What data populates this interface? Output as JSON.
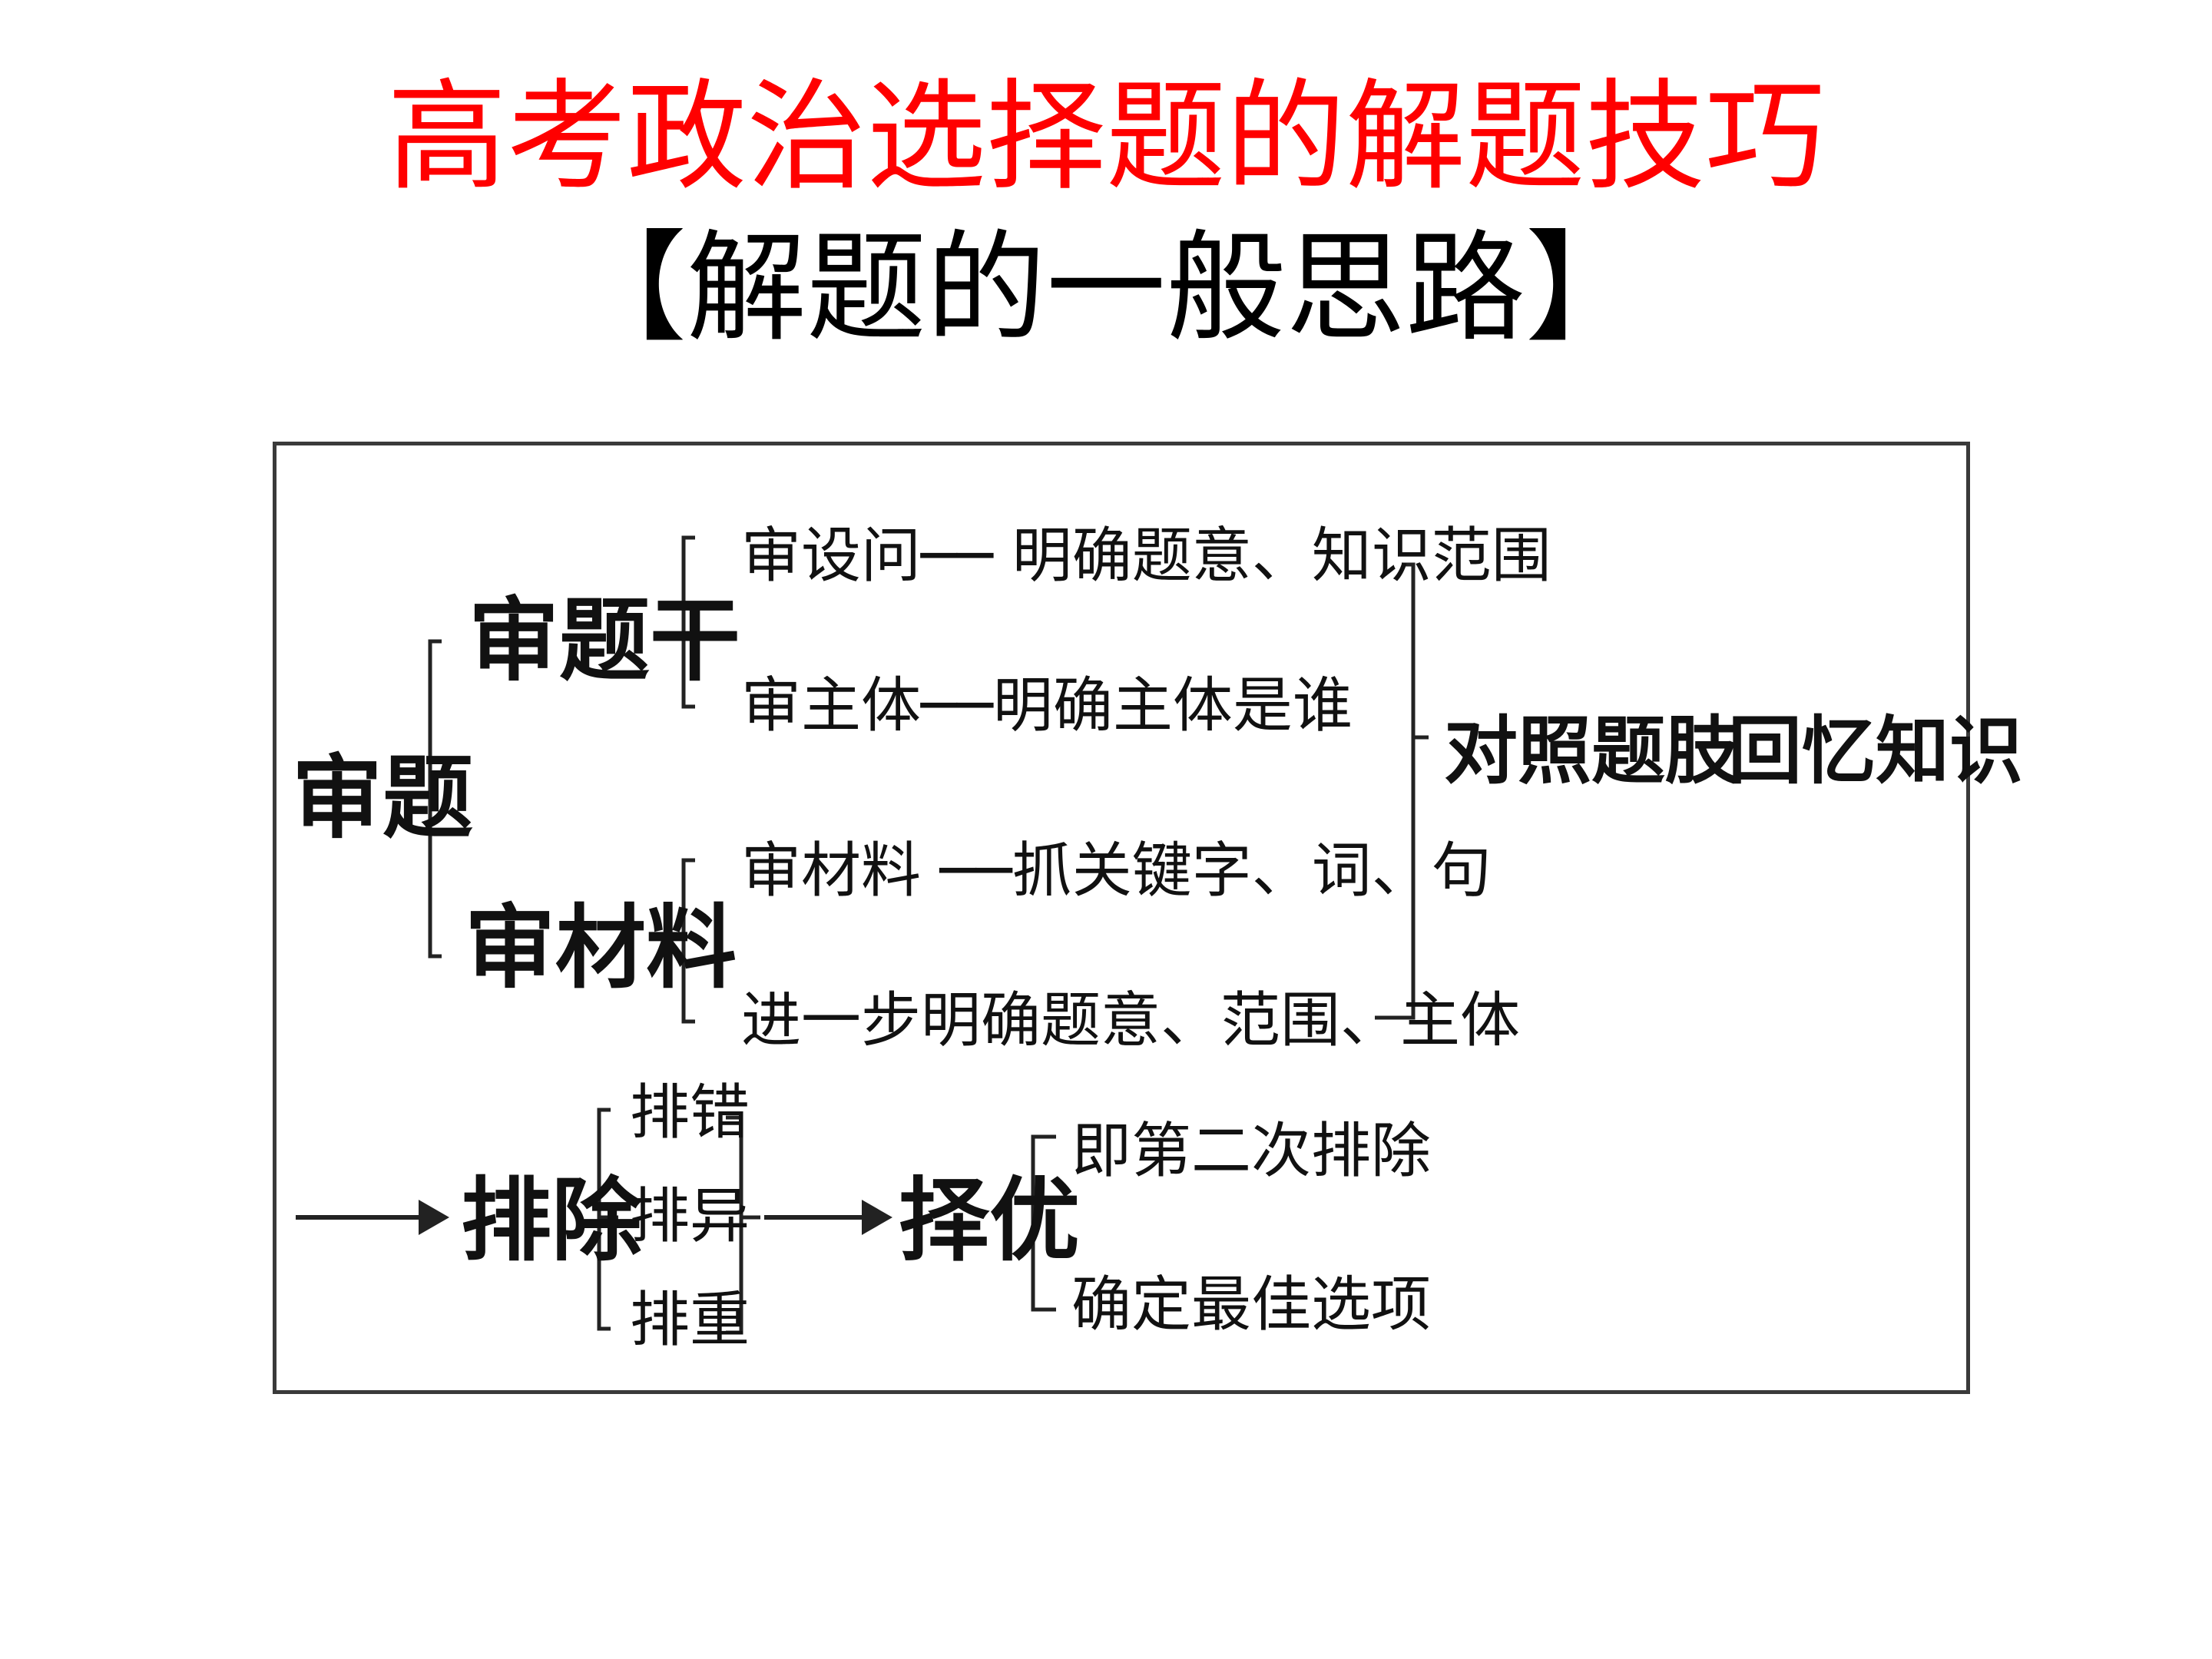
{
  "header": {
    "title": "高考政治选择题的解题技巧",
    "subtitle": "【解题的一般思路】"
  },
  "colors": {
    "title": "#ff0000",
    "text": "#111111",
    "lines": "#222222"
  },
  "diagram": {
    "root": "审题",
    "stem": {
      "label": "审题干",
      "items": [
        "审设问── 明确题意、知识范围",
        "审主体──明确主体是谁"
      ]
    },
    "material": {
      "label": "审材料",
      "items": [
        "审材料 ──抓关键字、词、句",
        "进一步明确题意、范围、主体"
      ]
    },
    "compare": "对照题肢",
    "recall": "回忆知识",
    "exclude": {
      "label": "排除",
      "items": [
        "排错",
        "排异",
        "排重"
      ]
    },
    "select": {
      "label": "择优",
      "items": [
        "即第二次排除",
        "确定最佳选项"
      ]
    }
  }
}
